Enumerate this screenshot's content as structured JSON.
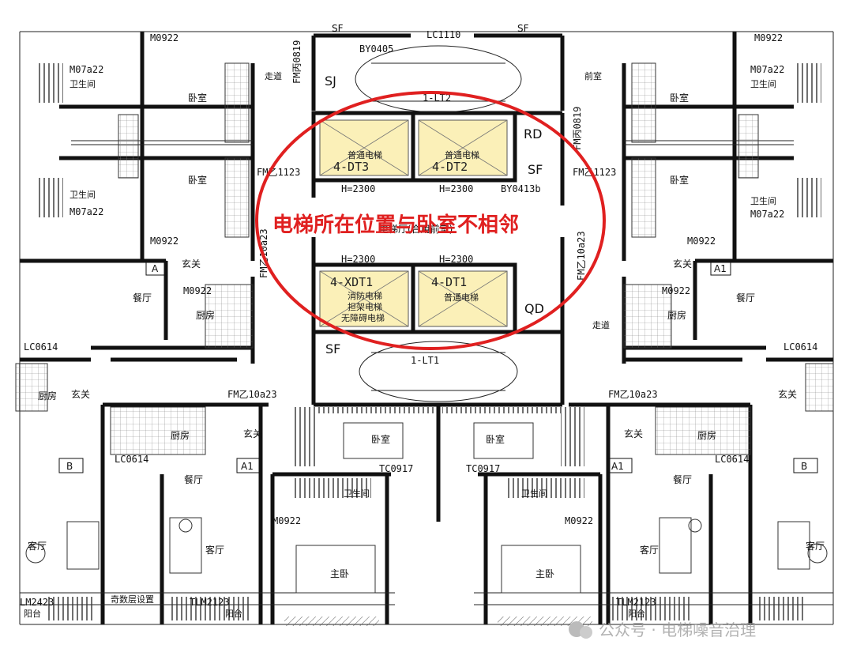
{
  "annotation": {
    "text": "电梯所在位置与卧室不相邻",
    "color": "#e02020",
    "ellipse_color": "#e02020"
  },
  "elevators": [
    {
      "id": "4-DT3",
      "type": "普通电梯",
      "height": "H=2300"
    },
    {
      "id": "4-DT2",
      "type": "普通电梯",
      "height": "H=2300"
    },
    {
      "id": "4-XDT1",
      "type_lines": [
        "消防电梯",
        "担架电梯",
        "无障碍电梯"
      ],
      "height": "H=2300"
    },
    {
      "id": "4-DT1",
      "type": "普通电梯",
      "height": "H=2300"
    }
  ],
  "core": {
    "lobby_label": "电梯厅(合用前室)",
    "stair_top": "1-LT2",
    "stair_bottom": "1-LT1",
    "rd": "RD",
    "sf": "SF",
    "sj": "SJ",
    "qd": "QD",
    "by_top": "BY0405",
    "by_right": "BY0413b",
    "lc_top": "LC1110",
    "door_left": "FM乙1123",
    "door_right": "FM乙1123",
    "fm_top": "FM丙0819",
    "fm_side": "FM乙10a23"
  },
  "rooms": {
    "bedroom": "卧室",
    "master_bedroom": "主卧",
    "living": "客厅",
    "dining": "餐厅",
    "kitchen": "厨房",
    "entrance": "玄关",
    "bathroom": "卫生间",
    "corridor": "走道",
    "front_room": "前室",
    "balcony": "阳台",
    "odd_floor": "奇数层设置"
  },
  "unit_tags": {
    "a": "A",
    "a1": "A1",
    "b": "B"
  },
  "codes": {
    "m0922": "M0922",
    "m07a22": "M07a22",
    "tc0917": "TC0917",
    "lc0614": "LC0614",
    "fm_entry": "FM乙10a23",
    "lm2423": "LM2423",
    "tlm2123": "TLM2123"
  },
  "watermark": "公众号 · 电梯噪音治理",
  "colors": {
    "wall": "#111111",
    "car_fill": "#fbf0b8",
    "hatch": "#444444"
  }
}
